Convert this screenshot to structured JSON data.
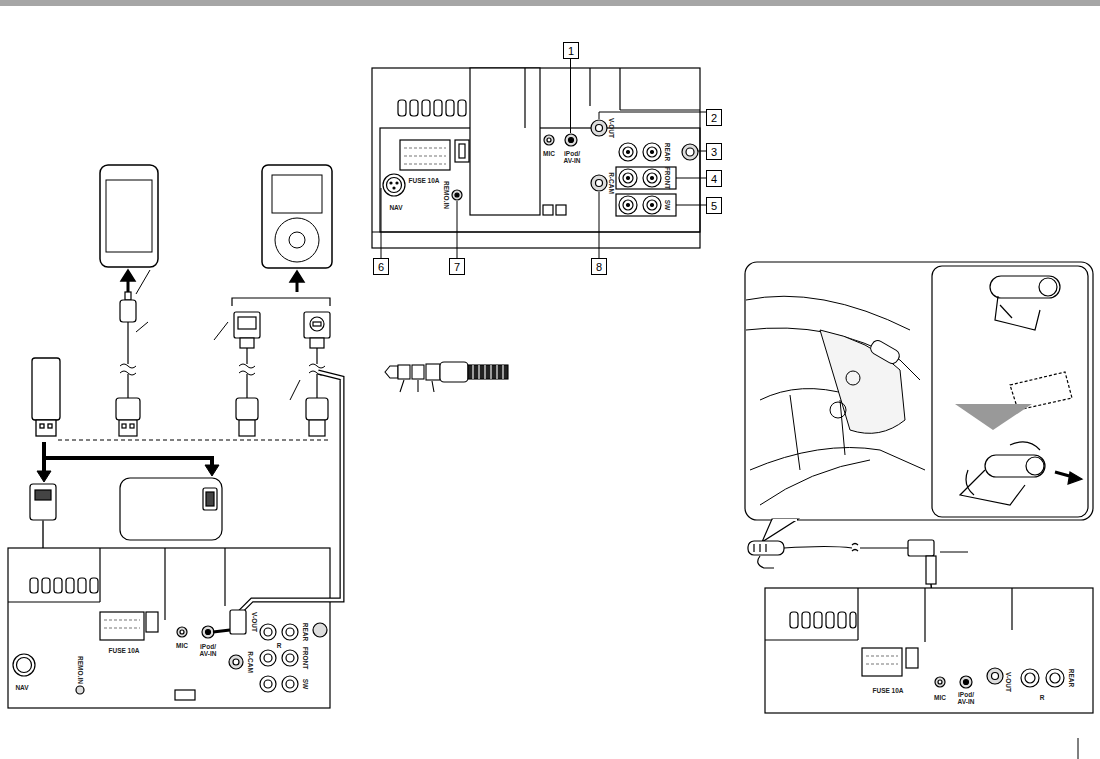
{
  "diagram": {
    "nodes": [
      {
        "text": [
          "1"
        ]
      },
      {
        "text": [
          "2"
        ]
      },
      {
        "text": [
          "3"
        ]
      },
      {
        "text": [
          "4"
        ]
      },
      {
        "text": [
          "5"
        ]
      },
      {
        "text": [
          "6"
        ]
      },
      {
        "text": [
          "7"
        ]
      },
      {
        "text": [
          "8"
        ]
      }
    ],
    "labels": [
      "FUSE 10A",
      "MIC",
      "iPod/ AV-IN",
      "V-OUT",
      "REAR",
      "FRONT",
      "SW",
      "R-CAM",
      "NAV",
      "REMO.IN",
      "FUSE 10A",
      "MIC",
      "iPod/ AV-IN",
      "V-OUT",
      "R-CAM",
      "R",
      "REAR",
      "FRONT",
      "SW",
      "NAV",
      "REMO.IN",
      "FUSE 10A",
      "MIC",
      "iPod/ AV-IN",
      "V-OUT",
      "REAR",
      "R"
    ]
  }
}
